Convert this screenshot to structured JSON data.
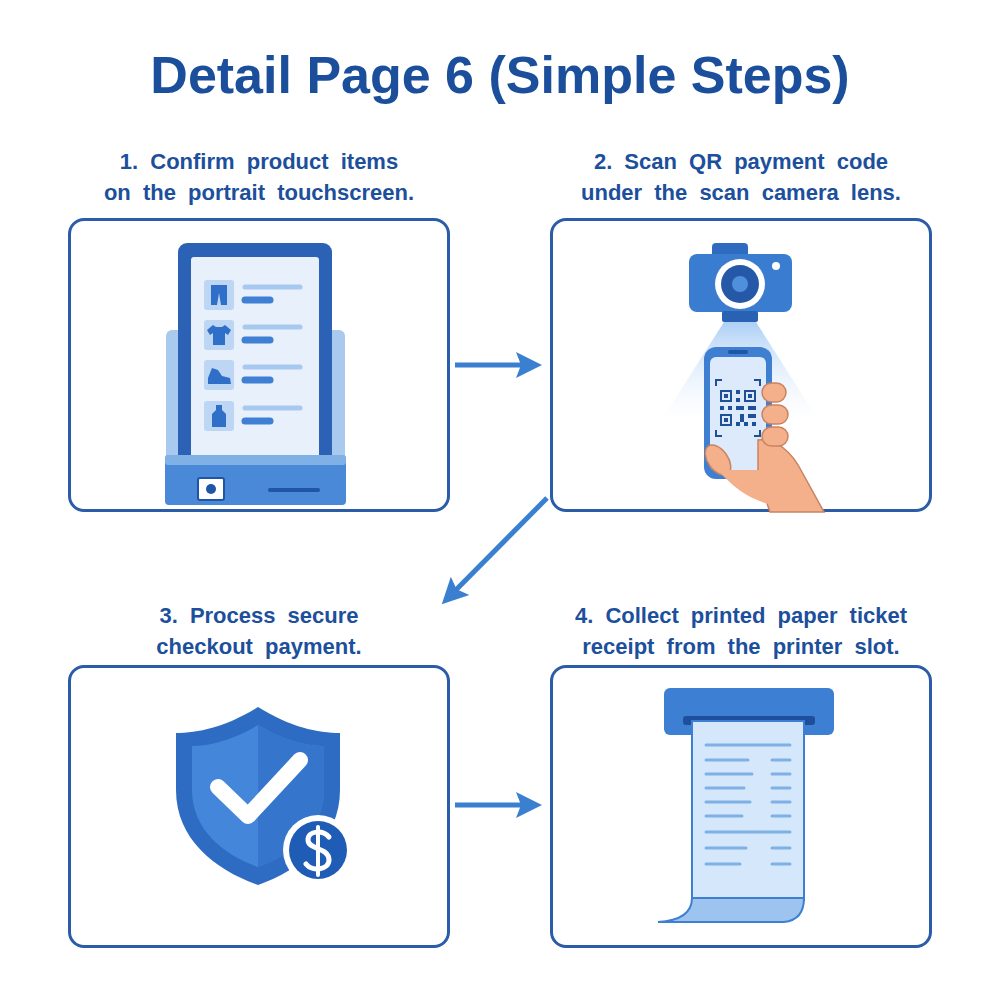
{
  "diagram": {
    "title": "Detail Page 6 (Simple Steps)",
    "nodes": [
      {
        "text": [
          "1. Confirm product items on the portrait touchscreen."
        ]
      },
      {
        "text": [
          "2. Scan QR payment code under the scan camera lens."
        ]
      },
      {
        "text": [
          "3. Process secure checkout payment."
        ]
      },
      {
        "text": [
          "4. Collect printed paper ticket receipt from the printer slot."
        ]
      }
    ],
    "edges": [
      {
        "from": 0,
        "to": 1,
        "arrow": "to"
      },
      {
        "from": 1,
        "to": 2,
        "arrow": "to"
      },
      {
        "from": 2,
        "to": 3,
        "arrow": "to"
      }
    ]
  }
}
